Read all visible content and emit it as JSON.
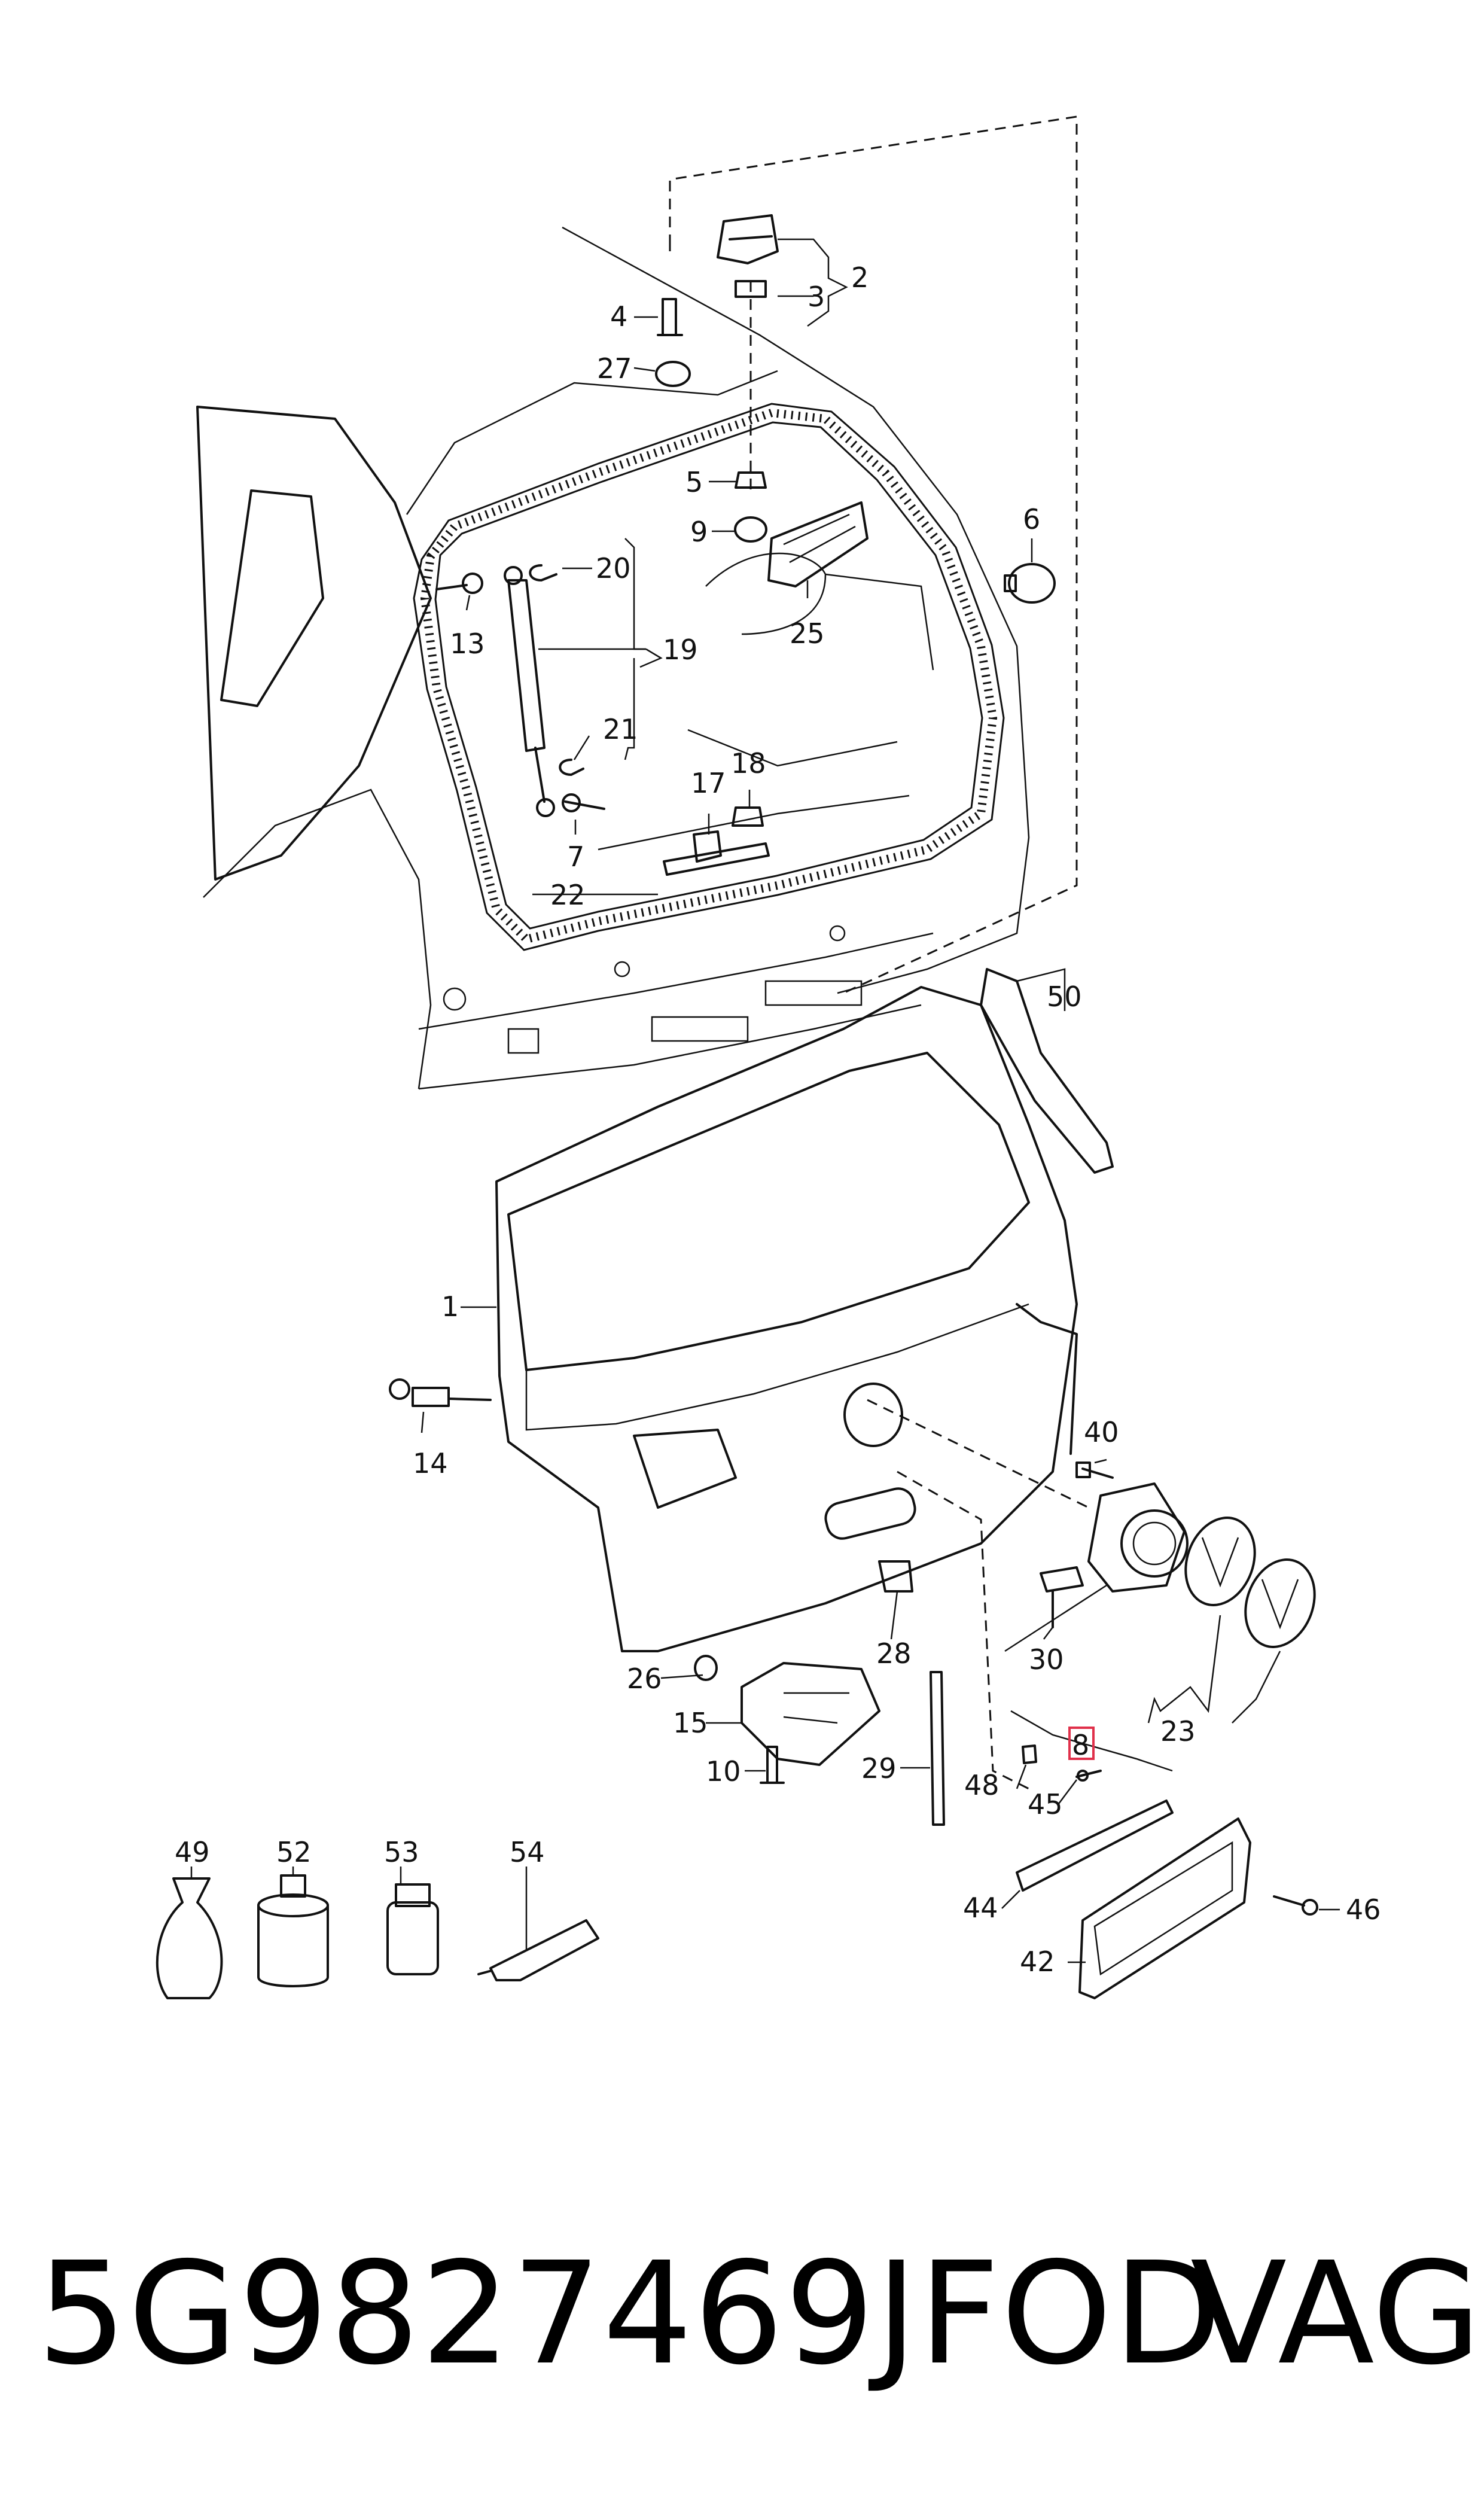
{
  "diagram": {
    "callouts": {
      "c1": "1",
      "c2": "2",
      "c3": "3",
      "c4": "4",
      "c5": "5",
      "c6": "6",
      "c7": "7",
      "c8": "8",
      "c9": "9",
      "c10": "10",
      "c13": "13",
      "c14": "14",
      "c15": "15",
      "c17": "17",
      "c18": "18",
      "c19": "19",
      "c20": "20",
      "c21": "21",
      "c22": "22",
      "c23": "23",
      "c25": "25",
      "c26": "26",
      "c27": "27",
      "c28": "28",
      "c29": "29",
      "c30": "30",
      "c40": "40",
      "c42": "42",
      "c44": "44",
      "c45": "45",
      "c46": "46",
      "c48": "48",
      "c49": "49",
      "c50": "50",
      "c52": "52",
      "c53": "53",
      "c54": "54"
    },
    "highlighted_callout": "8",
    "highlight_color": "#e0304a"
  },
  "footer": {
    "part_number": "5G9827469JFOD",
    "brand": "VAG"
  }
}
